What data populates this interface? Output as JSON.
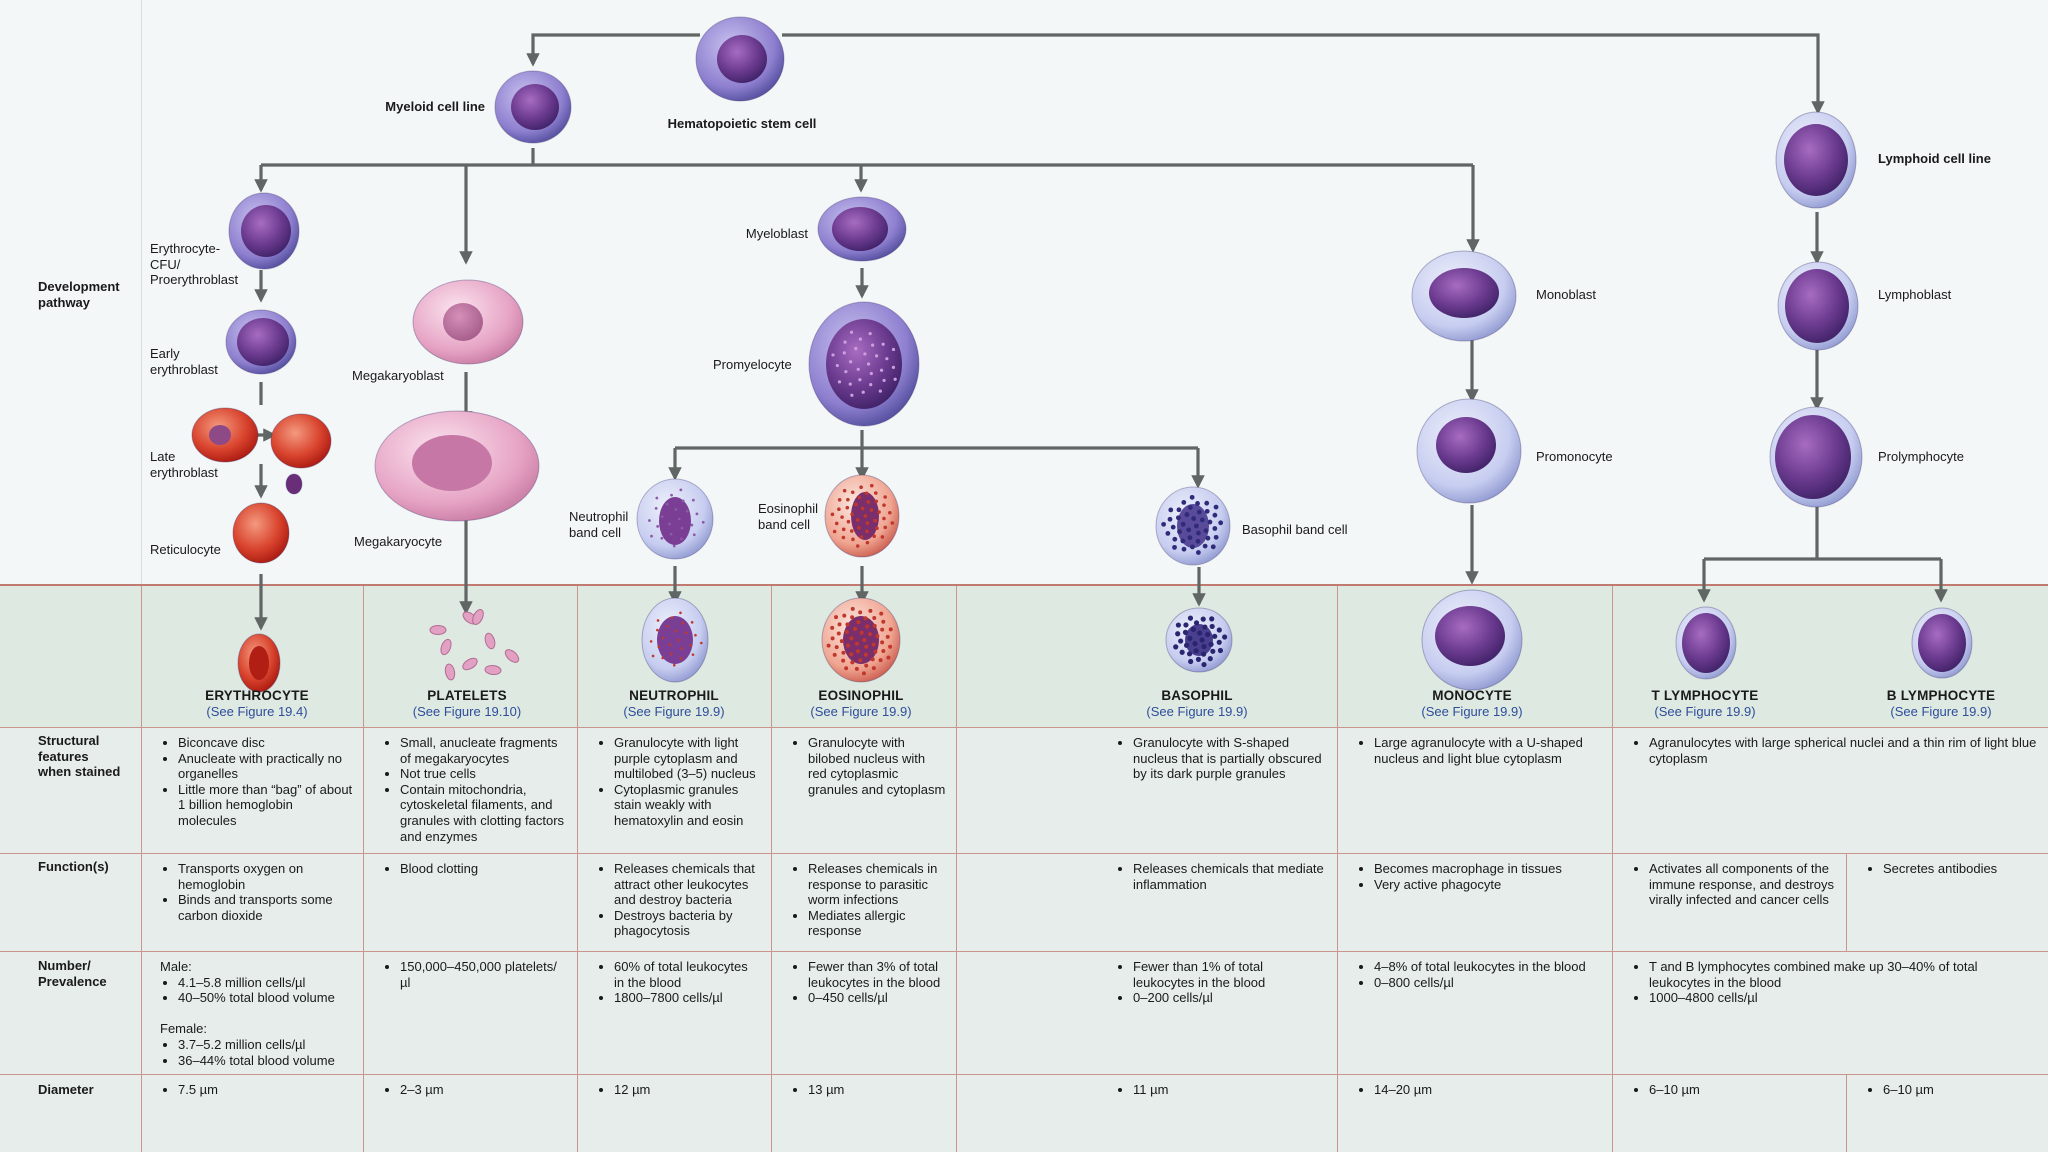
{
  "diagram": {
    "section_label": "Development\npathway",
    "stem_cell": "Hematopoietic stem cell",
    "myeloid_line": "Myeloid cell line",
    "lymphoid_line": "Lymphoid cell line",
    "erythro_cfu": "Erythrocyte-\nCFU/\nProerythroblast",
    "early_erythroblast": "Early\nerythroblast",
    "late_erythroblast": "Late\nerythroblast",
    "reticulocyte": "Reticulocyte",
    "megakaryoblast": "Megakaryoblast",
    "megakaryocyte": "Megakaryocyte",
    "myeloblast": "Myeloblast",
    "promyelocyte": "Promyelocyte",
    "neutrophil_band": "Neutrophil\nband cell",
    "eosinophil_band": "Eosinophil\nband cell",
    "basophil_band": "Basophil band cell",
    "monoblast": "Monoblast",
    "promonocyte": "Promonocyte",
    "lymphoblast": "Lymphoblast",
    "prolymphocyte": "Prolymphocyte"
  },
  "colors": {
    "background": "#f3f7f7",
    "header_row": "#dde9e1",
    "table_row": "#e6edeb",
    "grid_line": "#c9958c",
    "reference_link": "#2f4d9c",
    "arrow": "#5f6663",
    "nucleus_purple": "#6a3a8e",
    "erythrocyte_red": "#c8261c",
    "megakaryocyte_pink": "#e6a3c4"
  },
  "mature_cells": [
    {
      "name": "ERYTHROCYTE",
      "ref": "(See Figure 19.4)"
    },
    {
      "name": "PLATELETS",
      "ref": "(See Figure 19.10)"
    },
    {
      "name": "NEUTROPHIL",
      "ref": "(See Figure 19.9)"
    },
    {
      "name": "EOSINOPHIL",
      "ref": "(See Figure 19.9)"
    },
    {
      "name": "BASOPHIL",
      "ref": "(See Figure 19.9)"
    },
    {
      "name": "MONOCYTE",
      "ref": "(See Figure 19.9)"
    },
    {
      "name": "T LYMPHOCYTE",
      "ref": "(See Figure 19.9)"
    },
    {
      "name": "B LYMPHOCYTE",
      "ref": "(See Figure 19.9)"
    }
  ],
  "table": {
    "row_labels": {
      "structural": "Structural\nfeatures\nwhen stained",
      "function": "Function(s)",
      "number": "Number/\nPrevalence",
      "diameter": "Diameter"
    },
    "structural": [
      [
        "Biconcave disc",
        "Anucleate with practically no organelles",
        "Little more than “bag” of about 1 billion hemoglobin molecules"
      ],
      [
        "Small, anucleate fragments of megakaryocytes",
        "Not true cells",
        "Contain mitochondria, cytoskeletal filaments, and granules with clotting factors and enzymes"
      ],
      [
        "Granulocyte with light purple cytoplasm and multilobed (3–5) nucleus",
        "Cytoplasmic granules stain weakly with hematoxylin and eosin"
      ],
      [
        "Granulocyte with bilobed nucleus with red cytoplasmic granules and cytoplasm"
      ],
      [
        "Granulocyte with S-shaped nucleus that is partially obscured by its dark purple granules"
      ],
      [
        "Large agranulocyte with a U-shaped nucleus and light blue cytoplasm"
      ],
      [
        "Agranulocytes with large spherical nuclei and a thin rim of light blue cytoplasm"
      ]
    ],
    "function": [
      [
        "Transports oxygen on hemoglobin",
        "Binds and transports some carbon dioxide"
      ],
      [
        "Blood clotting"
      ],
      [
        "Releases chemicals that attract other leukocytes and destroy bacteria",
        "Destroys bacteria by phagocytosis"
      ],
      [
        "Releases chemicals in response to parasitic worm infections",
        "Mediates allergic response"
      ],
      [
        "Releases chemicals that mediate inflammation"
      ],
      [
        "Becomes macrophage in tissues",
        "Very active phagocyte"
      ],
      [
        "Activates all components of the immune response, and destroys virally infected and cancer cells"
      ],
      [
        "Secretes antibodies"
      ]
    ],
    "number": [
      {
        "groups": [
          {
            "heading": "Male:",
            "items": [
              "4.1–5.8 million cells/µl",
              "40–50% total blood volume"
            ]
          },
          {
            "heading": "Female:",
            "items": [
              "3.7–5.2 million cells/µl",
              "36–44% total blood volume"
            ]
          }
        ]
      },
      [
        "150,000–450,000 platelets/µl"
      ],
      [
        "60% of total leukocytes in the blood",
        "1800–7800 cells/µl"
      ],
      [
        "Fewer than 3% of total leukocytes in the blood",
        "0–450 cells/µl"
      ],
      [
        "Fewer than 1% of total leukocytes in the blood",
        "0–200 cells/µl"
      ],
      [
        "4–8% of total leukocytes in the blood",
        "0–800 cells/µl"
      ],
      [
        "T and B lymphocytes combined make up 30–40% of total leukocytes in the blood",
        "1000–4800 cells/µl"
      ]
    ],
    "diameter": [
      [
        "7.5 µm"
      ],
      [
        "2–3 µm"
      ],
      [
        "12 µm"
      ],
      [
        "13 µm"
      ],
      [
        "11 µm"
      ],
      [
        "14–20 µm"
      ],
      [
        "6–10 µm"
      ],
      [
        "6–10 µm"
      ]
    ]
  }
}
